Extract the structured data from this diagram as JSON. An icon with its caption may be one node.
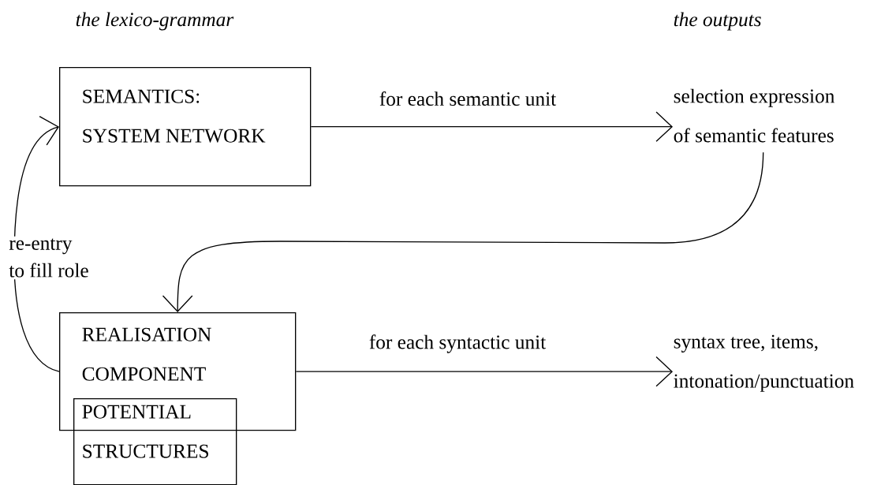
{
  "diagram": {
    "nodes": [
      {
        "text": [
          "SEMANTICS:",
          "SYSTEM NETWORK"
        ]
      },
      {
        "text": [
          "selection expression of semantic features"
        ]
      },
      {
        "text": [
          "REALISATION COMPONENT"
        ]
      },
      {
        "text": [
          "POTENTIAL STRUCTURES"
        ]
      },
      {
        "text": [
          "syntax tree, items, intonation/punctuation"
        ]
      }
    ],
    "edges": [
      {
        "from": 0,
        "to": 1,
        "arrow": "to",
        "label": "for each semantic unit"
      },
      {
        "from": 1,
        "to": 2,
        "arrow": "to"
      },
      {
        "from": 2,
        "to": 0,
        "arrow": "to",
        "label": "re-entry to fill role"
      },
      {
        "from": 2,
        "to": 4,
        "arrow": "to",
        "label": "for each syntactic unit"
      }
    ],
    "labels": [
      "the lexico-grammar",
      "the outputs"
    ]
  }
}
